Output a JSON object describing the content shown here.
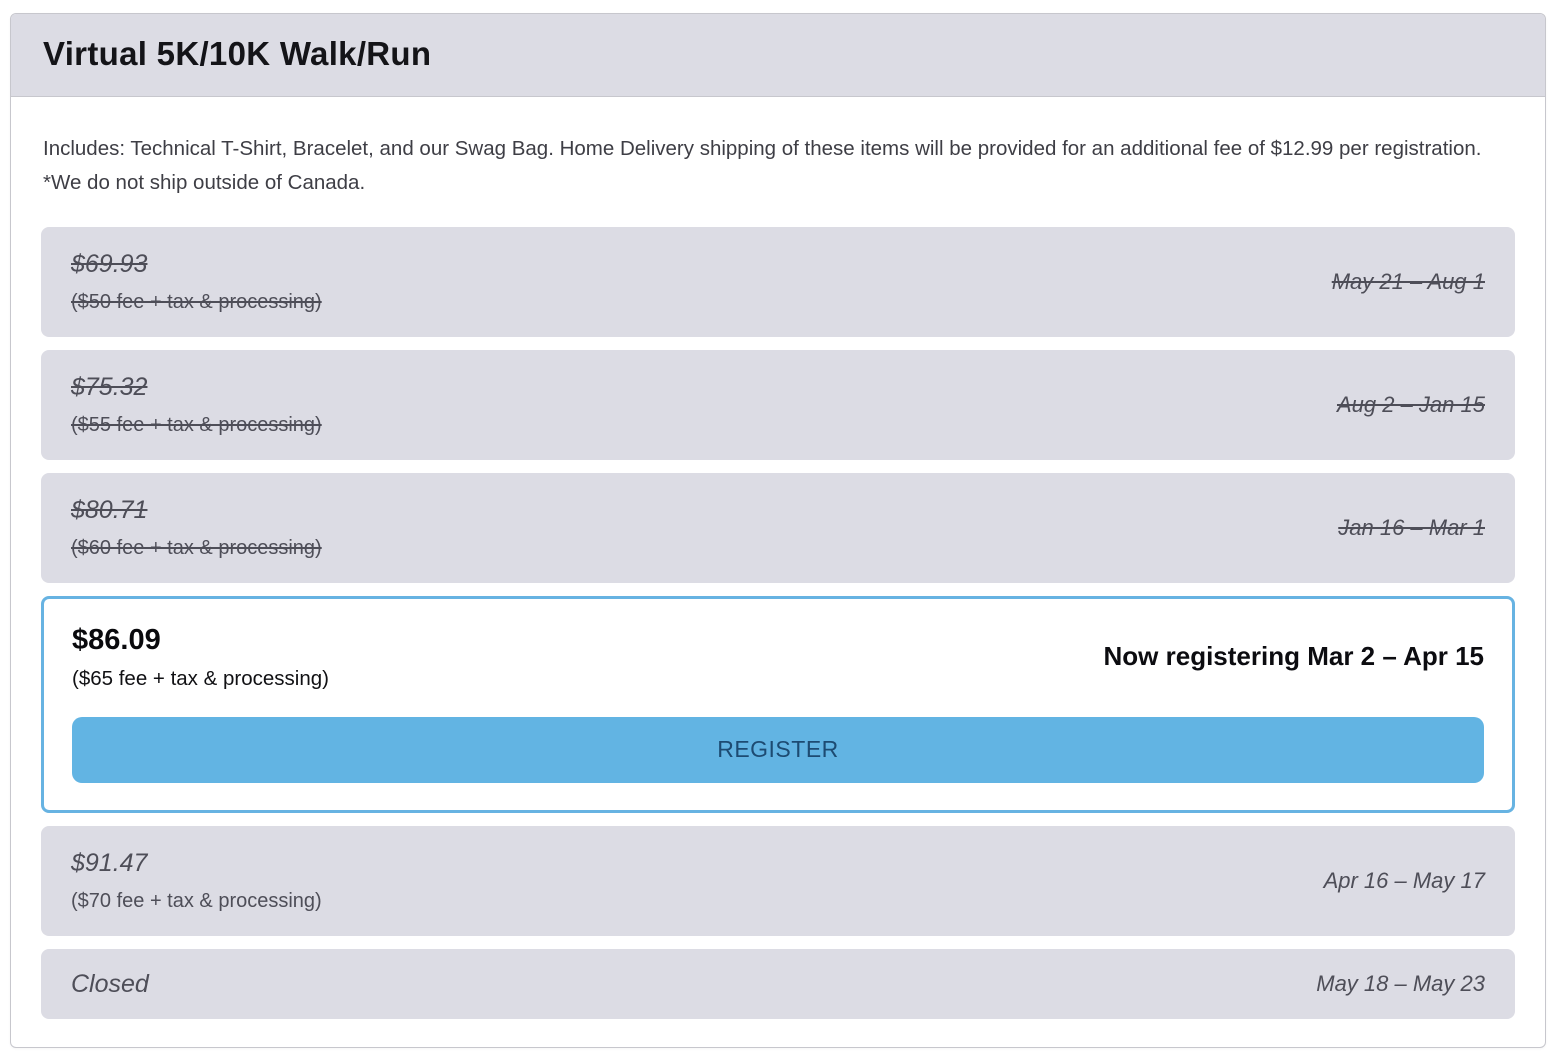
{
  "page": {
    "title": "Virtual 5K/10K Walk/Run",
    "description": "Includes: Technical T-Shirt, Bracelet, and our Swag Bag. Home Delivery shipping of these items will be provided for an additional fee of $12.99 per registration. *We do not ship outside of Canada."
  },
  "tiers": [
    {
      "price": "$69.93",
      "fee": "($50 fee + tax & processing)",
      "dates": "May 21 – Aug 1",
      "status": "past"
    },
    {
      "price": "$75.32",
      "fee": "($55 fee + tax & processing)",
      "dates": "Aug 2 – Jan 15",
      "status": "past"
    },
    {
      "price": "$80.71",
      "fee": "($60 fee + tax & processing)",
      "dates": "Jan 16 – Mar 1",
      "status": "past"
    },
    {
      "price": "$86.09",
      "fee": "($65 fee + tax & processing)",
      "dates": "Now registering Mar 2 – Apr 15",
      "status": "active",
      "button_label": "REGISTER"
    },
    {
      "price": "$91.47",
      "fee": "($70 fee + tax & processing)",
      "dates": "Apr 16 – May 17",
      "status": "future"
    },
    {
      "price": "Closed",
      "dates": "May 18 – May 23",
      "status": "closed"
    }
  ],
  "colors": {
    "accent_blue": "#62b4e3",
    "active_border_blue": "#67b3e2",
    "button_text_navy": "#1d4b72",
    "row_background": "#dcdce4",
    "header_background": "#dcdce4",
    "muted_text": "#4e4e58"
  }
}
